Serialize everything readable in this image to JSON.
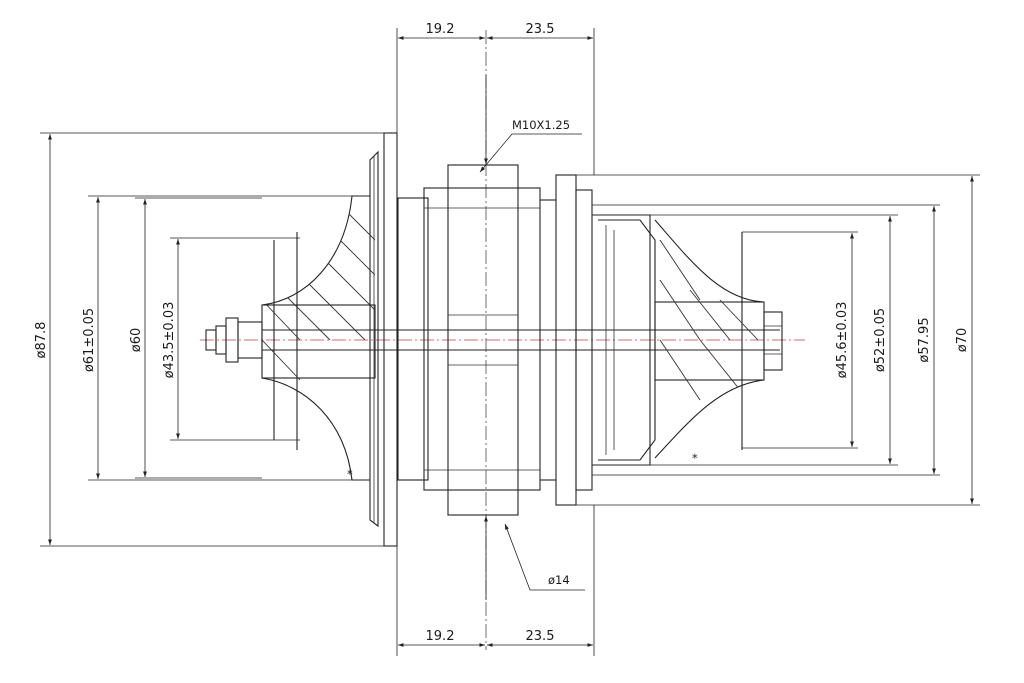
{
  "dimensions": {
    "top_left_width": "19.2",
    "top_right_width": "23.5",
    "bottom_left_width": "19.2",
    "bottom_right_width": "23.5",
    "thread_callout": "M10X1.25",
    "shaft_diameter": "ø14",
    "left_diameters": [
      "ø87.8",
      "ø61±0.05",
      "ø60",
      "ø43.5±0.03"
    ],
    "right_diameters": [
      "ø45.6±0.03",
      "ø52±0.05",
      "ø57.95",
      "ø70"
    ]
  }
}
